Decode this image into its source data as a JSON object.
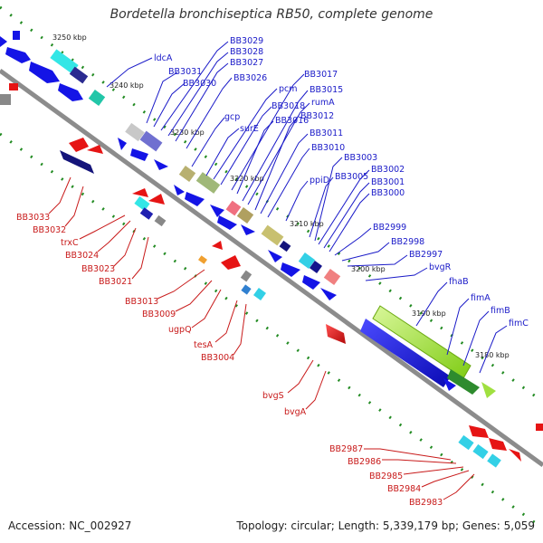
{
  "title": "Bordetella bronchiseptica RB50, complete genome",
  "footer": {
    "accession": "Accession: NC_002927",
    "summary": "Topology: circular; Length: 5,339,179 bp; Genes: 5,059"
  },
  "colors": {
    "forward_label": "#1a1ac8",
    "reverse_label": "#c81a1a",
    "forward_feature": "#1414e6",
    "reverse_feature": "#e61414",
    "backbone": "#8c8c8c",
    "tick": "#228b22"
  },
  "kbp_markers": [
    "3250 kbp",
    "3240 kbp",
    "3230 kbp",
    "3220 kbp",
    "3210 kbp",
    "3200 kbp",
    "3190 kbp",
    "3180 kbp"
  ],
  "forward_labels": [
    "ldcA",
    "BB3031",
    "BB3030",
    "BB3029",
    "BB3028",
    "BB3027",
    "BB3026",
    "gcp",
    "surE",
    "pcm",
    "BB3018",
    "BB3017",
    "BB3016",
    "BB3015",
    "rumA",
    "BB3012",
    "BB3011",
    "BB3010",
    "ppiD",
    "BB3005",
    "BB3003",
    "BB3002",
    "BB3001",
    "BB3000",
    "BB2999",
    "BB2998",
    "BB2997",
    "bvgR",
    "fhaB",
    "fimA",
    "fimB",
    "fimC"
  ],
  "reverse_labels": [
    "BB3033",
    "BB3032",
    "trxC",
    "BB3024",
    "BB3023",
    "BB3021",
    "BB3013",
    "BB3009",
    "ugpQ",
    "tesA",
    "BB3004",
    "bvgS",
    "bvgA",
    "BB2987",
    "BB2986",
    "BB2985",
    "BB2984",
    "BB2983"
  ]
}
